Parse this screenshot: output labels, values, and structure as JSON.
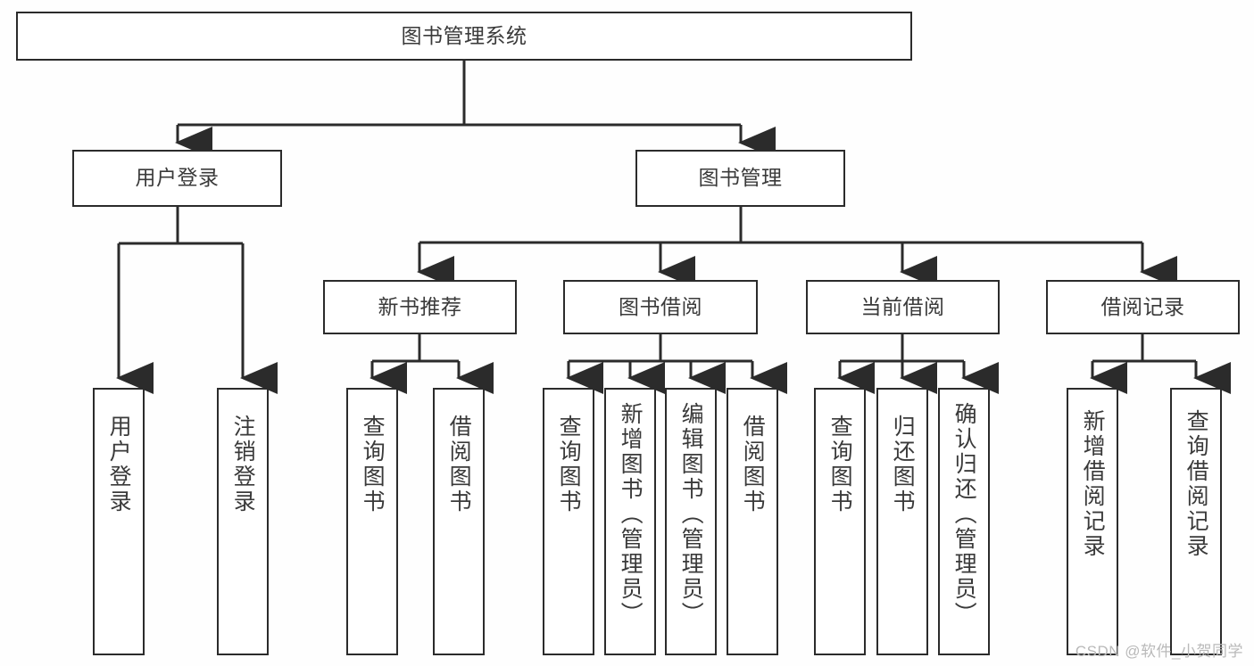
{
  "diagram": {
    "type": "tree-hierarchy",
    "title": "图书管理系统",
    "watermark": "CSDN @软件_小贺同学",
    "colors": {
      "box_border": "#2b2b2b",
      "box_fill": "#ffffff",
      "text": "#3a3a3a",
      "edge": "#2b2b2b",
      "watermark": "#b9b9b9",
      "canvas": "#fefefe"
    },
    "levels": {
      "root": {
        "label": "图书管理系统"
      },
      "level2": [
        {
          "id": "user-login",
          "label": "用户登录"
        },
        {
          "id": "book-manage",
          "label": "图书管理"
        }
      ],
      "level3": [
        {
          "id": "new-book-recommend",
          "label": "新书推荐",
          "parent": "book-manage"
        },
        {
          "id": "book-borrow",
          "label": "图书借阅",
          "parent": "book-manage"
        },
        {
          "id": "current-borrow",
          "label": "当前借阅",
          "parent": "book-manage"
        },
        {
          "id": "borrow-record",
          "label": "借阅记录",
          "parent": "book-manage"
        }
      ],
      "leaves": [
        {
          "id": "leaf-user-login",
          "label": "用户登录",
          "parent": "user-login"
        },
        {
          "id": "leaf-user-logout",
          "label": "注销登录",
          "parent": "user-login"
        },
        {
          "id": "leaf-query-book-1",
          "label": "查询图书",
          "parent": "new-book-recommend"
        },
        {
          "id": "leaf-borrow-book-1",
          "label": "借阅图书",
          "parent": "new-book-recommend"
        },
        {
          "id": "leaf-query-book-2",
          "label": "查询图书",
          "parent": "book-borrow"
        },
        {
          "id": "leaf-add-book",
          "label": "新增图书（管理员）",
          "parent": "book-borrow"
        },
        {
          "id": "leaf-edit-book",
          "label": "编辑图书（管理员）",
          "parent": "book-borrow"
        },
        {
          "id": "leaf-borrow-book-2",
          "label": "借阅图书",
          "parent": "book-borrow"
        },
        {
          "id": "leaf-query-book-3",
          "label": "查询图书",
          "parent": "current-borrow"
        },
        {
          "id": "leaf-return-book",
          "label": "归还图书",
          "parent": "current-borrow"
        },
        {
          "id": "leaf-confirm-return",
          "label": "确认归还（管理员）",
          "parent": "current-borrow"
        },
        {
          "id": "leaf-add-record",
          "label": "新增借阅记录",
          "parent": "borrow-record"
        },
        {
          "id": "leaf-query-record",
          "label": "查询借阅记录",
          "parent": "borrow-record"
        }
      ]
    }
  }
}
